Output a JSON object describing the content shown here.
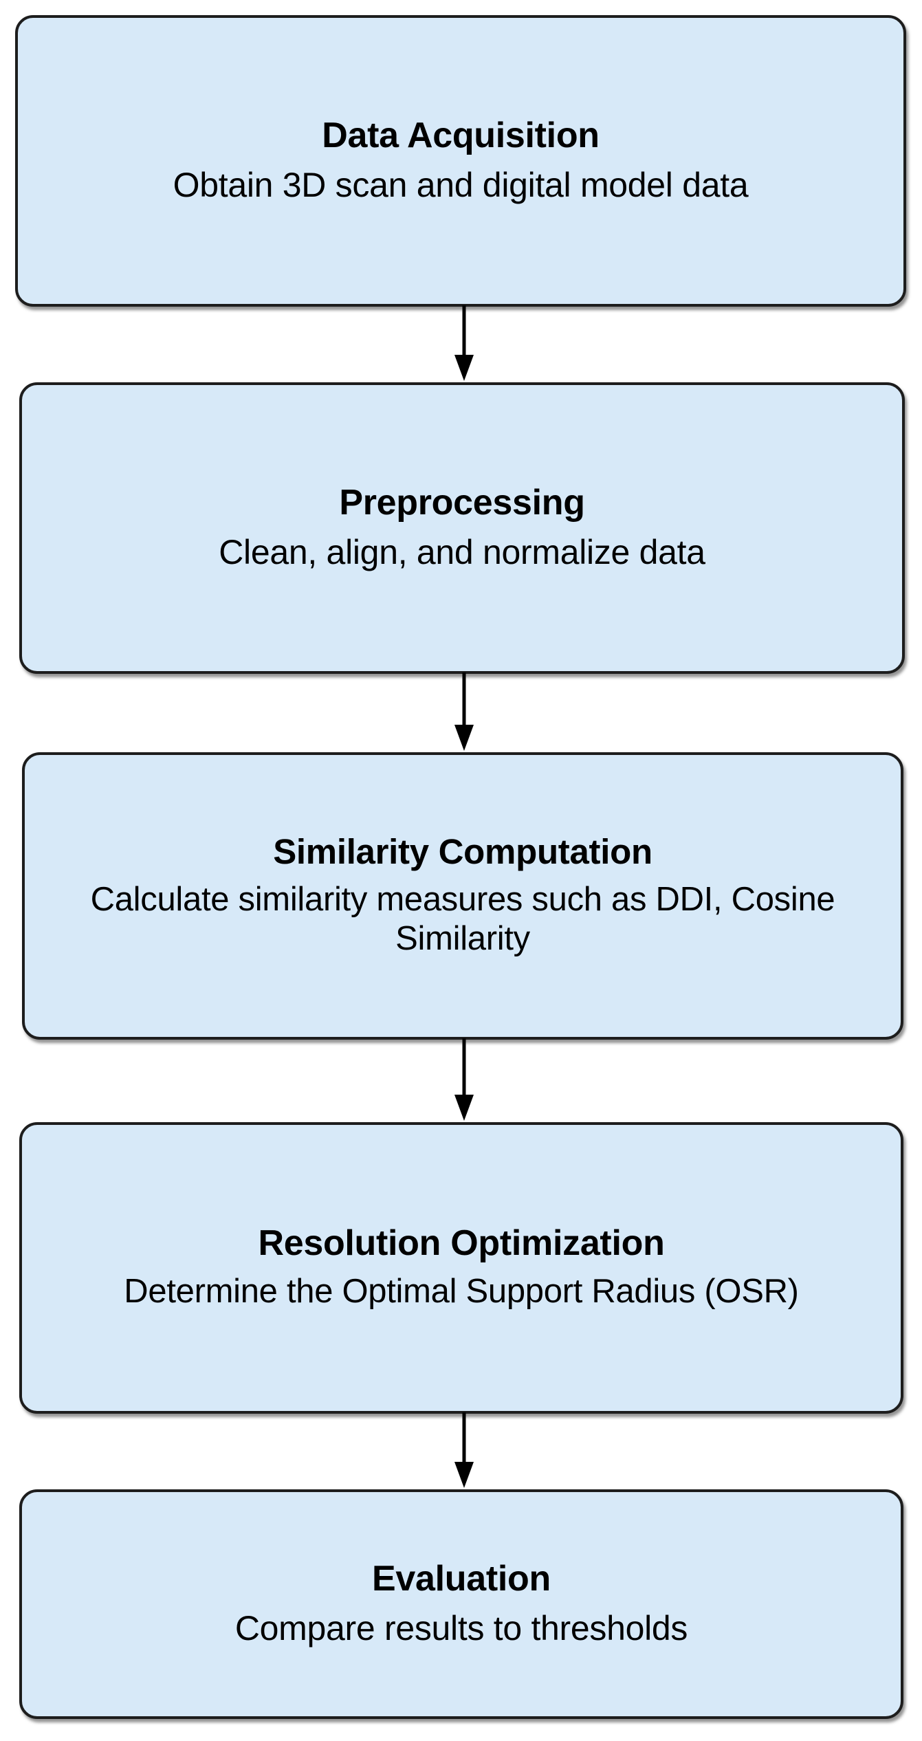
{
  "diagram": {
    "type": "flowchart",
    "orientation": "vertical",
    "background_color": "#ffffff",
    "node_fill_color": "#d7e9f8",
    "node_border_color": "#1d1d1d",
    "connector_color": "#000000",
    "nodes": [
      {
        "id": "data-acquisition",
        "title": "Data Acquisition",
        "description": "Obtain 3D scan and digital model data"
      },
      {
        "id": "preprocessing",
        "title": "Preprocessing",
        "description": "Clean, align, and normalize data"
      },
      {
        "id": "similarity-computation",
        "title": "Similarity Computation",
        "description": "Calculate similarity measures such as DDI, Cosine Similarity"
      },
      {
        "id": "resolution-optimization",
        "title": "Resolution Optimization",
        "description": "Determine the Optimal Support Radius (OSR)"
      },
      {
        "id": "evaluation",
        "title": "Evaluation",
        "description": "Compare results to thresholds"
      }
    ],
    "connectors": [
      {
        "from": "data-acquisition",
        "to": "preprocessing",
        "style": "arrow-down"
      },
      {
        "from": "preprocessing",
        "to": "similarity-computation",
        "style": "arrow-down"
      },
      {
        "from": "similarity-computation",
        "to": "resolution-optimization",
        "style": "arrow-down"
      },
      {
        "from": "resolution-optimization",
        "to": "evaluation",
        "style": "arrow-down"
      }
    ]
  }
}
